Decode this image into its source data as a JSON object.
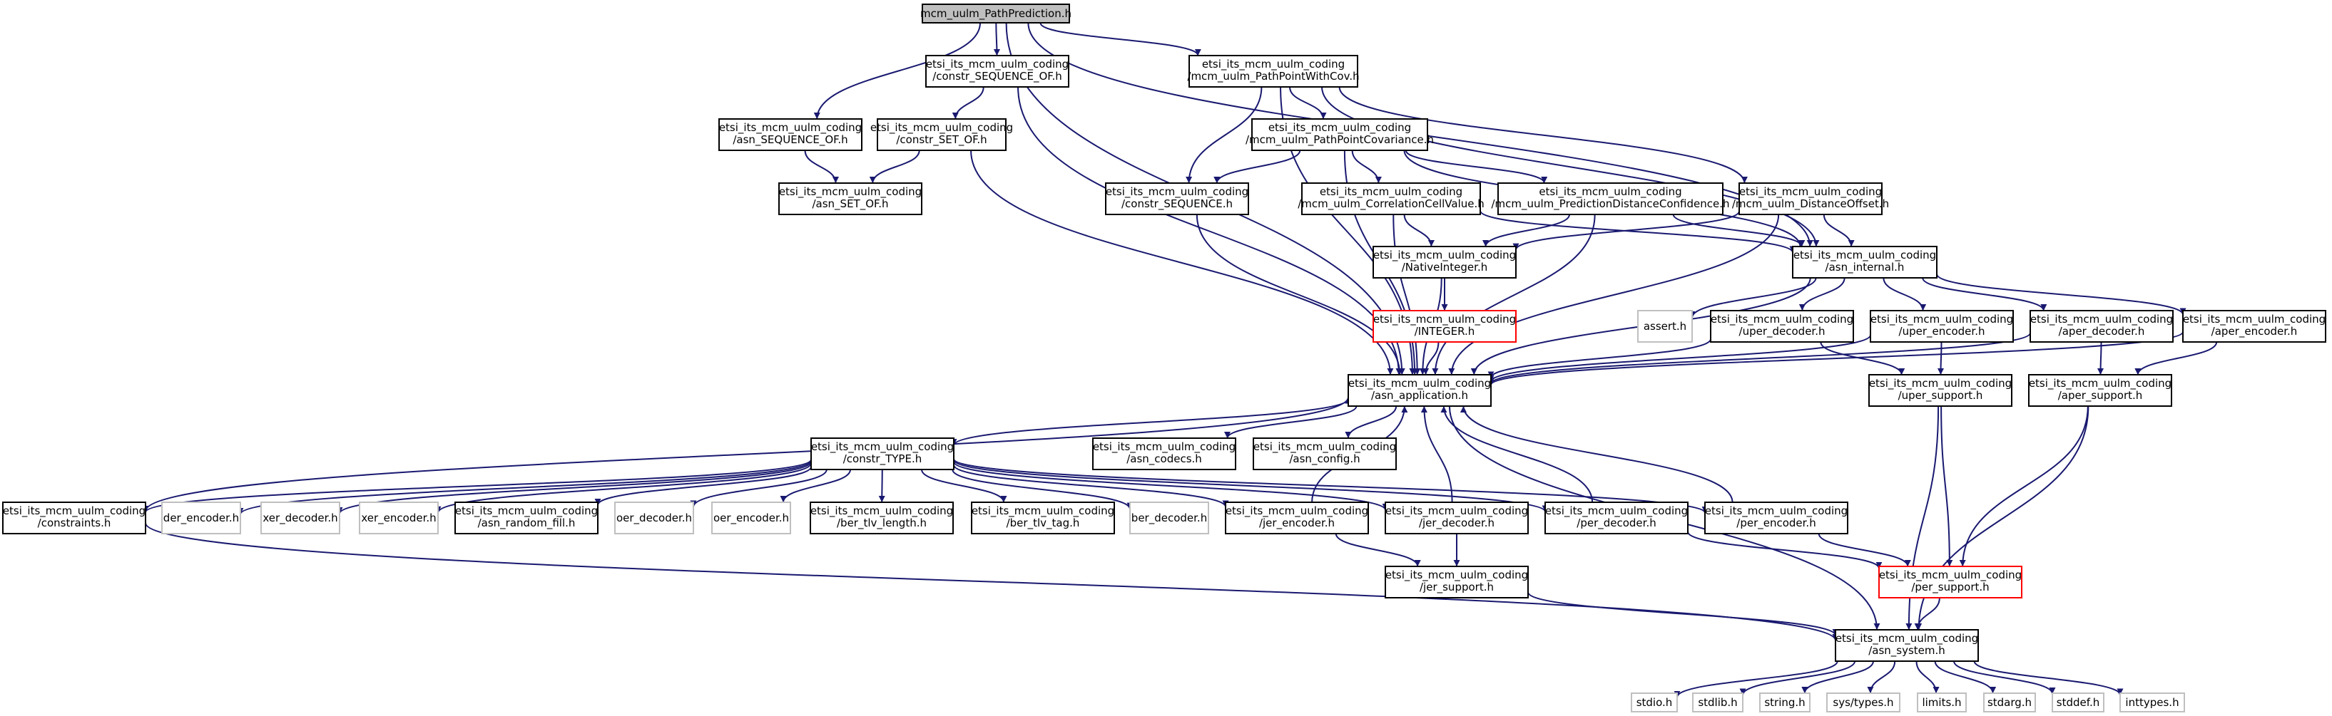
{
  "graph": {
    "nodes": [
      {
        "id": "root",
        "lines": [
          "mcm_uulm_PathPrediction.h"
        ],
        "style": "root"
      },
      {
        "id": "cso",
        "lines": [
          "etsi_its_mcm_uulm_coding",
          "/constr_SEQUENCE_OF.h"
        ],
        "style": "normal"
      },
      {
        "id": "ppwc",
        "lines": [
          "etsi_its_mcm_uulm_coding",
          "/mcm_uulm_PathPointWithCov.h"
        ],
        "style": "normal"
      },
      {
        "id": "aso",
        "lines": [
          "etsi_its_mcm_uulm_coding",
          "/asn_SEQUENCE_OF.h"
        ],
        "style": "normal"
      },
      {
        "id": "cseto",
        "lines": [
          "etsi_its_mcm_uulm_coding",
          "/constr_SET_OF.h"
        ],
        "style": "normal"
      },
      {
        "id": "ppc",
        "lines": [
          "etsi_its_mcm_uulm_coding",
          "/mcm_uulm_PathPointCovariance.h"
        ],
        "style": "normal"
      },
      {
        "id": "aseto",
        "lines": [
          "etsi_its_mcm_uulm_coding",
          "/asn_SET_OF.h"
        ],
        "style": "normal"
      },
      {
        "id": "cs",
        "lines": [
          "etsi_its_mcm_uulm_coding",
          "/constr_SEQUENCE.h"
        ],
        "style": "normal"
      },
      {
        "id": "ccv",
        "lines": [
          "etsi_its_mcm_uulm_coding",
          "/mcm_uulm_CorrelationCellValue.h"
        ],
        "style": "normal"
      },
      {
        "id": "pdc",
        "lines": [
          "etsi_its_mcm_uulm_coding",
          "/mcm_uulm_PredictionDistanceConfidence.h"
        ],
        "style": "normal"
      },
      {
        "id": "do",
        "lines": [
          "etsi_its_mcm_uulm_coding",
          "/mcm_uulm_DistanceOffset.h"
        ],
        "style": "normal"
      },
      {
        "id": "ni",
        "lines": [
          "etsi_its_mcm_uulm_coding",
          "/NativeInteger.h"
        ],
        "style": "normal"
      },
      {
        "id": "ai",
        "lines": [
          "etsi_its_mcm_uulm_coding",
          "/asn_internal.h"
        ],
        "style": "normal"
      },
      {
        "id": "int",
        "lines": [
          "etsi_its_mcm_uulm_coding",
          "/INTEGER.h"
        ],
        "style": "red"
      },
      {
        "id": "assert",
        "lines": [
          "assert.h"
        ],
        "style": "sys"
      },
      {
        "id": "ud",
        "lines": [
          "etsi_its_mcm_uulm_coding",
          "/uper_decoder.h"
        ],
        "style": "normal"
      },
      {
        "id": "ue",
        "lines": [
          "etsi_its_mcm_uulm_coding",
          "/uper_encoder.h"
        ],
        "style": "normal"
      },
      {
        "id": "ad",
        "lines": [
          "etsi_its_mcm_uulm_coding",
          "/aper_decoder.h"
        ],
        "style": "normal"
      },
      {
        "id": "ae",
        "lines": [
          "etsi_its_mcm_uulm_coding",
          "/aper_encoder.h"
        ],
        "style": "normal"
      },
      {
        "id": "aa",
        "lines": [
          "etsi_its_mcm_uulm_coding",
          "/asn_application.h"
        ],
        "style": "normal"
      },
      {
        "id": "us",
        "lines": [
          "etsi_its_mcm_uulm_coding",
          "/uper_support.h"
        ],
        "style": "normal"
      },
      {
        "id": "as",
        "lines": [
          "etsi_its_mcm_uulm_coding",
          "/aper_support.h"
        ],
        "style": "normal"
      },
      {
        "id": "ct",
        "lines": [
          "etsi_its_mcm_uulm_coding",
          "/constr_TYPE.h"
        ],
        "style": "normal"
      },
      {
        "id": "acod",
        "lines": [
          "etsi_its_mcm_uulm_coding",
          "/asn_codecs.h"
        ],
        "style": "normal"
      },
      {
        "id": "acfg",
        "lines": [
          "etsi_its_mcm_uulm_coding",
          "/asn_config.h"
        ],
        "style": "normal"
      },
      {
        "id": "con",
        "lines": [
          "etsi_its_mcm_uulm_coding",
          "/constraints.h"
        ],
        "style": "normal"
      },
      {
        "id": "dere",
        "lines": [
          "der_encoder.h"
        ],
        "style": "sys"
      },
      {
        "id": "xerd",
        "lines": [
          "xer_decoder.h"
        ],
        "style": "sys"
      },
      {
        "id": "xere",
        "lines": [
          "xer_encoder.h"
        ],
        "style": "sys"
      },
      {
        "id": "arf",
        "lines": [
          "etsi_its_mcm_uulm_coding",
          "/asn_random_fill.h"
        ],
        "style": "normal"
      },
      {
        "id": "oerd",
        "lines": [
          "oer_decoder.h"
        ],
        "style": "sys"
      },
      {
        "id": "oere",
        "lines": [
          "oer_encoder.h"
        ],
        "style": "sys"
      },
      {
        "id": "btl",
        "lines": [
          "etsi_its_mcm_uulm_coding",
          "/ber_tlv_length.h"
        ],
        "style": "normal"
      },
      {
        "id": "btt",
        "lines": [
          "etsi_its_mcm_uulm_coding",
          "/ber_tlv_tag.h"
        ],
        "style": "normal"
      },
      {
        "id": "berd",
        "lines": [
          "ber_decoder.h"
        ],
        "style": "sys"
      },
      {
        "id": "je",
        "lines": [
          "etsi_its_mcm_uulm_coding",
          "/jer_encoder.h"
        ],
        "style": "normal"
      },
      {
        "id": "jd",
        "lines": [
          "etsi_its_mcm_uulm_coding",
          "/jer_decoder.h"
        ],
        "style": "normal"
      },
      {
        "id": "pd",
        "lines": [
          "etsi_its_mcm_uulm_coding",
          "/per_decoder.h"
        ],
        "style": "normal"
      },
      {
        "id": "pe",
        "lines": [
          "etsi_its_mcm_uulm_coding",
          "/per_encoder.h"
        ],
        "style": "normal"
      },
      {
        "id": "js",
        "lines": [
          "etsi_its_mcm_uulm_coding",
          "/jer_support.h"
        ],
        "style": "normal"
      },
      {
        "id": "ps",
        "lines": [
          "etsi_its_mcm_uulm_coding",
          "/per_support.h"
        ],
        "style": "red"
      },
      {
        "id": "asys",
        "lines": [
          "etsi_its_mcm_uulm_coding",
          "/asn_system.h"
        ],
        "style": "normal"
      },
      {
        "id": "stdio",
        "lines": [
          "stdio.h"
        ],
        "style": "sys"
      },
      {
        "id": "stdlib",
        "lines": [
          "stdlib.h"
        ],
        "style": "sys"
      },
      {
        "id": "string",
        "lines": [
          "string.h"
        ],
        "style": "sys"
      },
      {
        "id": "systypes",
        "lines": [
          "sys/types.h"
        ],
        "style": "sys"
      },
      {
        "id": "limits",
        "lines": [
          "limits.h"
        ],
        "style": "sys"
      },
      {
        "id": "stdarg",
        "lines": [
          "stdarg.h"
        ],
        "style": "sys"
      },
      {
        "id": "stddef",
        "lines": [
          "stddef.h"
        ],
        "style": "sys"
      },
      {
        "id": "inttypes",
        "lines": [
          "inttypes.h"
        ],
        "style": "sys"
      }
    ],
    "edges": [
      [
        "root",
        "cso"
      ],
      [
        "root",
        "ppwc"
      ],
      [
        "root",
        "aso"
      ],
      [
        "root",
        "aa"
      ],
      [
        "root",
        "ai"
      ],
      [
        "cso",
        "cseto"
      ],
      [
        "cso",
        "aa"
      ],
      [
        "ppwc",
        "ppc"
      ],
      [
        "ppwc",
        "cs"
      ],
      [
        "ppwc",
        "aa"
      ],
      [
        "ppwc",
        "ai"
      ],
      [
        "ppwc",
        "do"
      ],
      [
        "aso",
        "aseto"
      ],
      [
        "cseto",
        "aseto"
      ],
      [
        "cseto",
        "aa"
      ],
      [
        "ppc",
        "cs"
      ],
      [
        "ppc",
        "ccv"
      ],
      [
        "ppc",
        "pdc"
      ],
      [
        "ppc",
        "aa"
      ],
      [
        "ppc",
        "ai"
      ],
      [
        "cs",
        "aa"
      ],
      [
        "ccv",
        "ni"
      ],
      [
        "ccv",
        "aa"
      ],
      [
        "ccv",
        "ai"
      ],
      [
        "pdc",
        "ni"
      ],
      [
        "pdc",
        "aa"
      ],
      [
        "pdc",
        "ai"
      ],
      [
        "do",
        "ni"
      ],
      [
        "do",
        "aa"
      ],
      [
        "do",
        "ai"
      ],
      [
        "ni",
        "int"
      ],
      [
        "ni",
        "aa"
      ],
      [
        "int",
        "aa"
      ],
      [
        "ai",
        "aa"
      ],
      [
        "ai",
        "assert"
      ],
      [
        "ai",
        "ud"
      ],
      [
        "ai",
        "ue"
      ],
      [
        "ai",
        "ad"
      ],
      [
        "ai",
        "ae"
      ],
      [
        "ud",
        "aa"
      ],
      [
        "ud",
        "us"
      ],
      [
        "ue",
        "aa"
      ],
      [
        "ue",
        "us"
      ],
      [
        "ad",
        "aa"
      ],
      [
        "ad",
        "as"
      ],
      [
        "ae",
        "aa"
      ],
      [
        "ae",
        "as"
      ],
      [
        "aa",
        "ct"
      ],
      [
        "aa",
        "acod"
      ],
      [
        "aa",
        "acfg"
      ],
      [
        "aa",
        "asys"
      ],
      [
        "us",
        "ps"
      ],
      [
        "us",
        "asys"
      ],
      [
        "as",
        "ps"
      ],
      [
        "as",
        "asys"
      ],
      [
        "ct",
        "con"
      ],
      [
        "ct",
        "dere"
      ],
      [
        "ct",
        "xerd"
      ],
      [
        "ct",
        "xere"
      ],
      [
        "ct",
        "arf"
      ],
      [
        "ct",
        "oerd"
      ],
      [
        "ct",
        "oere"
      ],
      [
        "ct",
        "btl"
      ],
      [
        "ct",
        "btt"
      ],
      [
        "ct",
        "berd"
      ],
      [
        "ct",
        "je"
      ],
      [
        "ct",
        "jd"
      ],
      [
        "ct",
        "pd"
      ],
      [
        "ct",
        "pe"
      ],
      [
        "con",
        "aa"
      ],
      [
        "con",
        "asys"
      ],
      [
        "je",
        "aa"
      ],
      [
        "je",
        "js"
      ],
      [
        "jd",
        "aa"
      ],
      [
        "jd",
        "js"
      ],
      [
        "pd",
        "aa"
      ],
      [
        "pd",
        "ps"
      ],
      [
        "pe",
        "aa"
      ],
      [
        "pe",
        "ps"
      ],
      [
        "js",
        "asys"
      ],
      [
        "ps",
        "asys"
      ],
      [
        "asys",
        "stdio"
      ],
      [
        "asys",
        "stdlib"
      ],
      [
        "asys",
        "string"
      ],
      [
        "asys",
        "systypes"
      ],
      [
        "asys",
        "limits"
      ],
      [
        "asys",
        "stdarg"
      ],
      [
        "asys",
        "stddef"
      ],
      [
        "asys",
        "inttypes"
      ]
    ]
  }
}
